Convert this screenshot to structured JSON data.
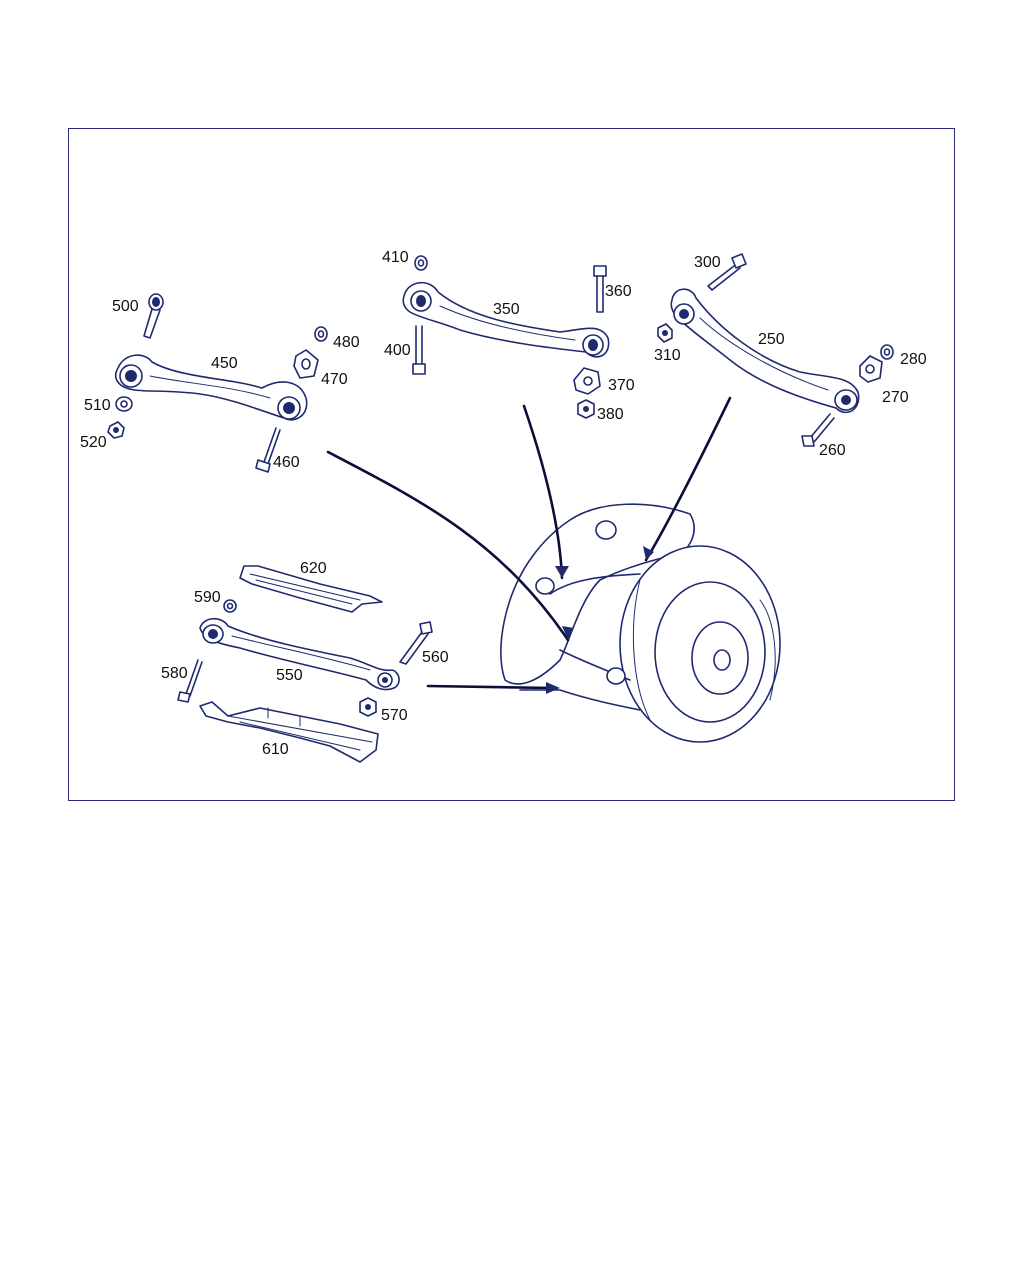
{
  "colors": {
    "ink": "#1f2a6e",
    "frame": "#2a2a7a",
    "label": "#111111",
    "background": "#ffffff"
  },
  "labels": {
    "l500": "500",
    "l450": "450",
    "l480": "480",
    "l470": "470",
    "l510": "510",
    "l520": "520",
    "l460": "460",
    "l410": "410",
    "l350": "350",
    "l360": "360",
    "l400": "400",
    "l370": "370",
    "l380": "380",
    "l300": "300",
    "l250": "250",
    "l310": "310",
    "l280": "280",
    "l270": "270",
    "l260": "260",
    "l620": "620",
    "l590": "590",
    "l560": "560",
    "l550": "550",
    "l580": "580",
    "l570": "570",
    "l610": "610"
  }
}
